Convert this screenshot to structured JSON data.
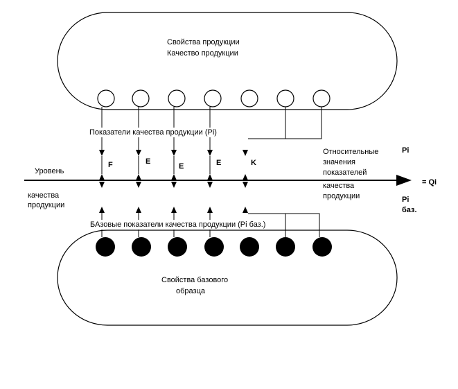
{
  "top_group": {
    "line1": "Свойства продукции",
    "line2": "Качество продукции"
  },
  "bottom_group": {
    "line1": "Свойства базового",
    "line2": "образца"
  },
  "quality_indicators_label": "Показатели качества продукции (Pi)",
  "base_indicators_label": "БАзовые показатели качества продукции (Pi баз.)",
  "axis": {
    "level_label": "Уровень",
    "quality_line1": "качества",
    "quality_line2": "продукции"
  },
  "relative_values": {
    "line1": "Относительные",
    "line2": "значения",
    "line3": "показателей",
    "line4": "качества",
    "line5": "продукции"
  },
  "formula": {
    "numerator": "Pi",
    "equals": "= Qi",
    "denominator_line1": "Pi",
    "denominator_line2": "баз."
  },
  "arrow_letters": [
    "F",
    "E",
    "E",
    "E",
    "K"
  ],
  "colors": {
    "line": "#000000",
    "open_node": "#ffffff",
    "filled_node": "#000000",
    "background": "#ffffff"
  }
}
